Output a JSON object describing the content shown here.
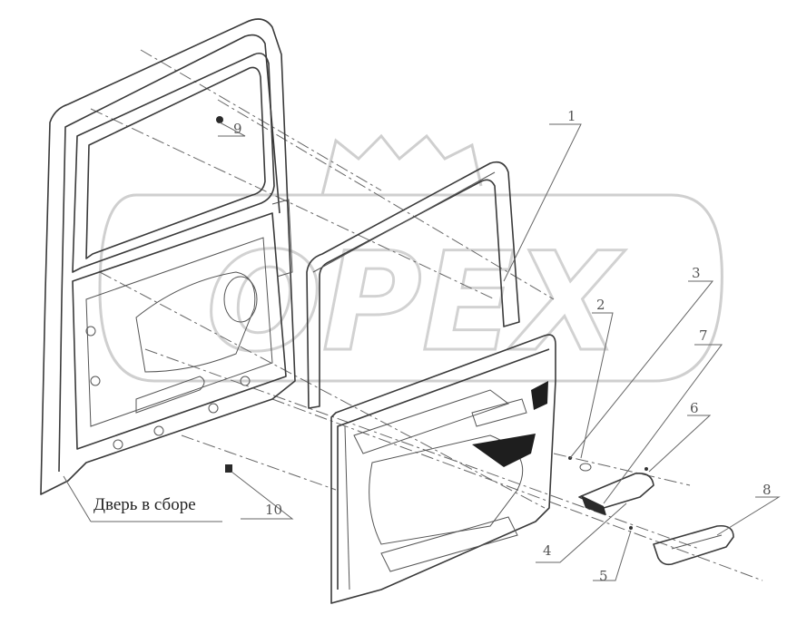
{
  "callouts": {
    "c1": "1",
    "c2": "2",
    "c3": "3",
    "c4": "4",
    "c5": "5",
    "c6": "6",
    "c7": "7",
    "c8": "8",
    "c9": "9",
    "c10": "10"
  },
  "caption": "Дверь в сборе",
  "watermark": "OPEX",
  "colors": {
    "line": "#3a3a3a",
    "watermark": "#cfcfcf",
    "dark_fill": "#1e1e1e"
  }
}
